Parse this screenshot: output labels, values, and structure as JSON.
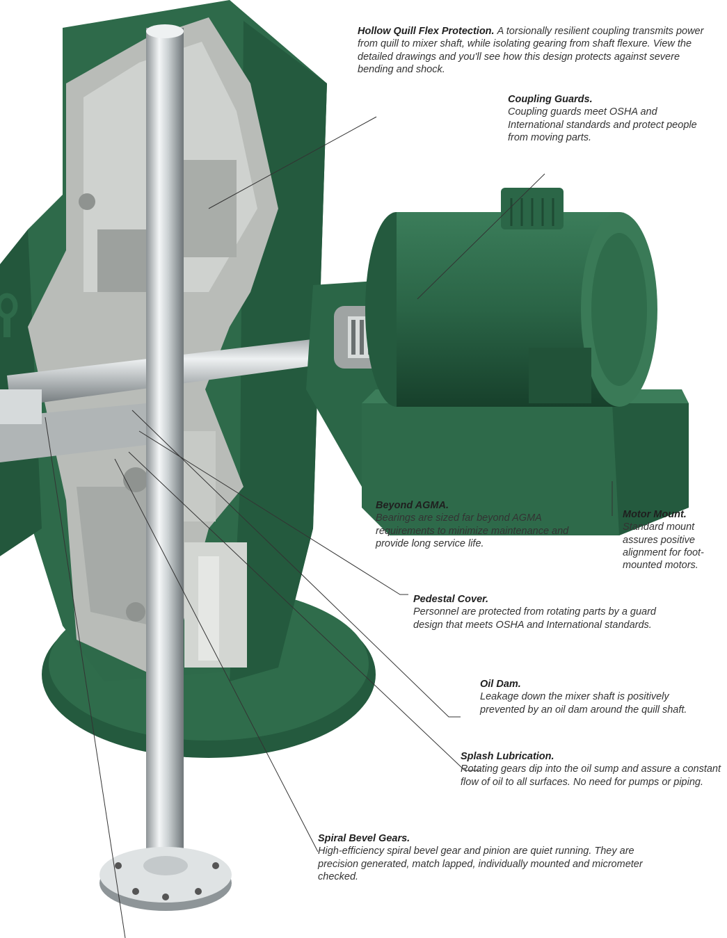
{
  "callouts": {
    "hollow_quill": {
      "title": "Hollow Quill Flex Protection.",
      "body": "A torsionally resilient coupling transmits power from quill to mixer shaft, while isolating gearing from shaft flexure. View the detailed drawings and you'll see how this design protects against severe bending and shock."
    },
    "coupling_guards": {
      "title": "Coupling Guards.",
      "body": "Coupling guards meet OSHA and International standards and protect people from moving parts."
    },
    "beyond_agma": {
      "title": "Beyond AGMA.",
      "body": "Bearings are sized far beyond AGMA requirements to minimize maintenance and provide long service life."
    },
    "motor_mount": {
      "title": "Motor Mount.",
      "body": "Standard mount assures positive alignment for foot-mounted motors."
    },
    "pedestal_cover": {
      "title": "Pedestal Cover.",
      "body": "Personnel are protected from rotating parts by a guard design that meets OSHA and International standards."
    },
    "oil_dam": {
      "title": "Oil Dam.",
      "body": "Leakage down the mixer shaft is positively prevented by an oil dam around the quill shaft."
    },
    "splash_lubrication": {
      "title": "Splash Lubrication.",
      "body": "Rotating gears dip into the oil sump and assure a constant flow of oil to all surfaces. No need for pumps or piping."
    },
    "spiral_bevel": {
      "title": "Spiral Bevel Gears.",
      "body": "High-efficiency spiral bevel gear and pinion are quiet running. They are precision generated, match lapped, individually mounted and micrometer checked."
    }
  },
  "colors": {
    "housing_green": "#2e6a4a",
    "housing_dark": "#1f4d35",
    "interior_gray": "#b9bcb8",
    "shaft_silver": "#dfe3e4"
  }
}
